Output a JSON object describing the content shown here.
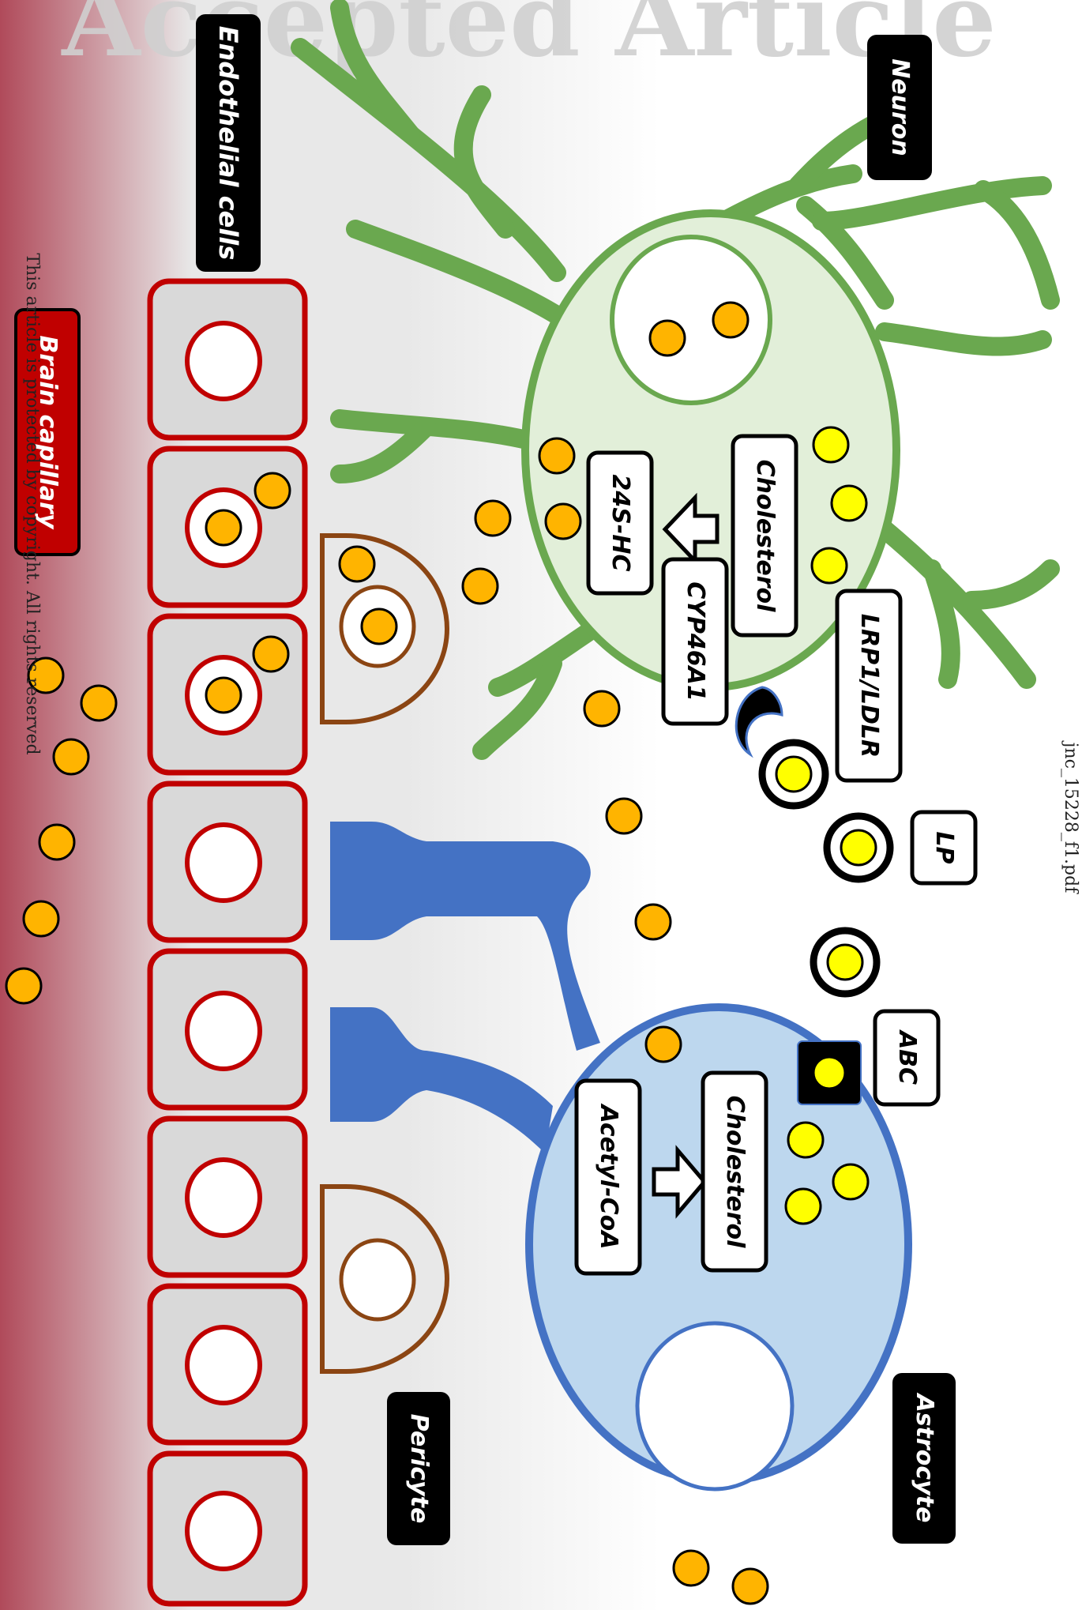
{
  "watermark": "Accepted Article",
  "file_label": "jnc_15228_f1.pdf",
  "copyright": "This article is protected by copyright. All rights reserved",
  "labels": {
    "endothelial": "Endothelial cells",
    "brain_capillary": "Brain capillary",
    "neuron": "Neuron",
    "astrocyte": "Astrocyte",
    "pericyte": "Pericyte",
    "neuron_cholesterol": "Cholesterol",
    "hc24s": "24S-HC",
    "cyp46a1": "CYP46A1",
    "lrp1_ldlr": "LRP1/LDLR",
    "lp": "LP",
    "abc": "ABC",
    "astro_cholesterol": "Cholesterol",
    "acetyl_coa": "Acetyl-CoA"
  },
  "colors": {
    "neuron_stroke": "#6aa84f",
    "neuron_fill": "#e2efd9",
    "astro_stroke": "#4472c4",
    "astro_fill": "#bdd7ee",
    "endothelial_stroke": "#c00000",
    "pericyte_stroke": "#8b4513",
    "capillary_red": "#b04a5a",
    "tissue_gray": "#e8e8e8",
    "hc_orange": "#ffb400",
    "chol_yellow": "#ffff00",
    "label_box": "#000000",
    "capillary_label": "#c00000"
  }
}
